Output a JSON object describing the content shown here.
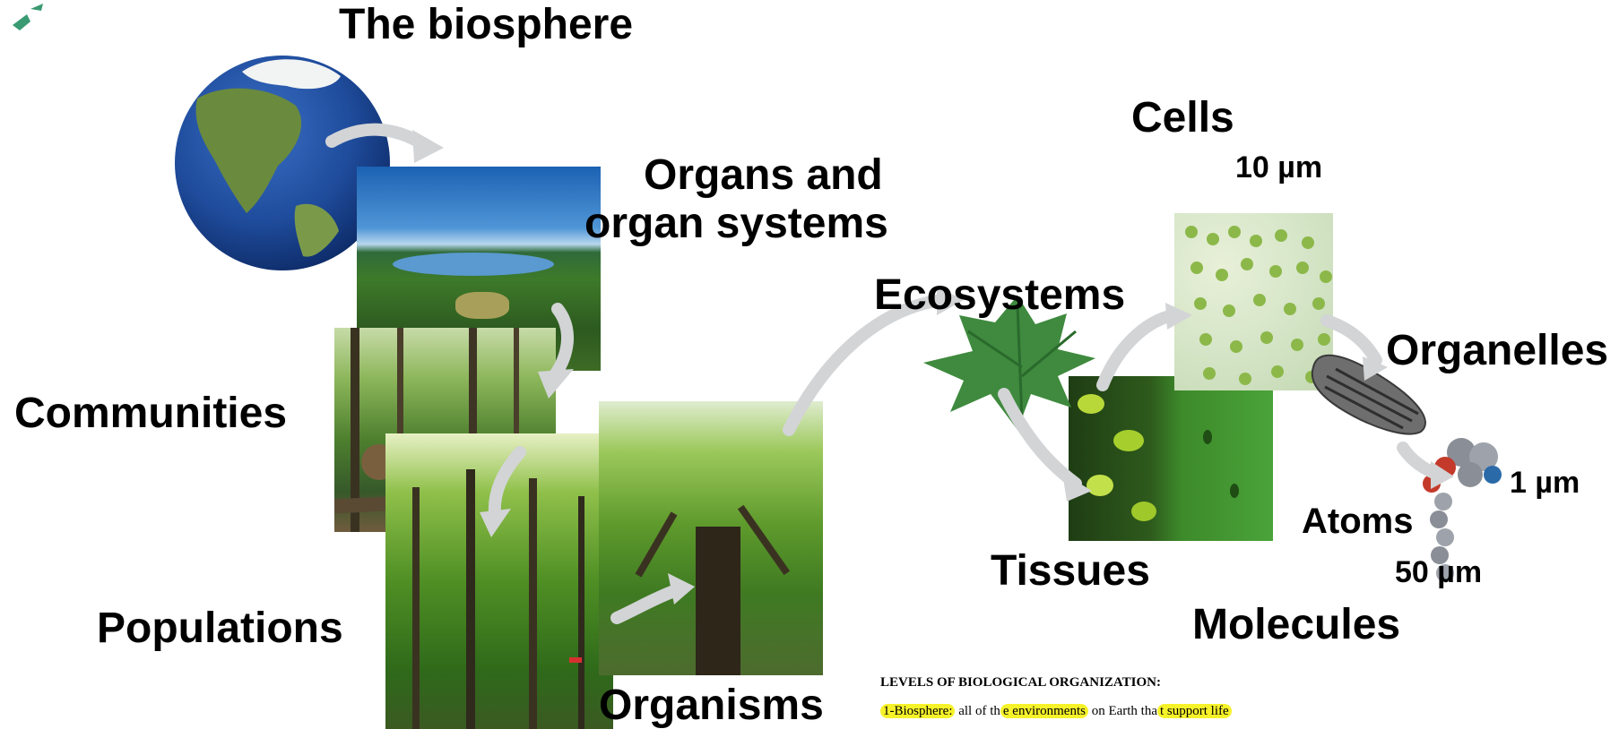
{
  "labels": {
    "biosphere": "The biosphere",
    "organs_line1": "Organs and",
    "organs_line2": "organ systems",
    "communities": "Communities",
    "populations": "Populations",
    "organisms": "Organisms",
    "ecosystems": "Ecosystems",
    "cells": "Cells",
    "cells_scale": "10 µm",
    "organelles": "Organelles",
    "organelles_scale": "1 µm",
    "atoms": "Atoms",
    "atoms_scale": "50 µm",
    "tissues": "Tissues",
    "molecules": "Molecules"
  },
  "caption": {
    "heading": "LEVELS OF BIOLOGICAL ORGANIZATION:",
    "line1_prefix": "1-Biosphere:",
    "line1_a": " all of th",
    "line1_hl2": "e environments",
    "line1_b": " on Earth tha",
    "line1_hl3": "t support life"
  },
  "colors": {
    "text": "#000000",
    "highlight": "#f6f22a",
    "arrow": "#d2d4d6",
    "corner_logo": "#3a9a72"
  }
}
